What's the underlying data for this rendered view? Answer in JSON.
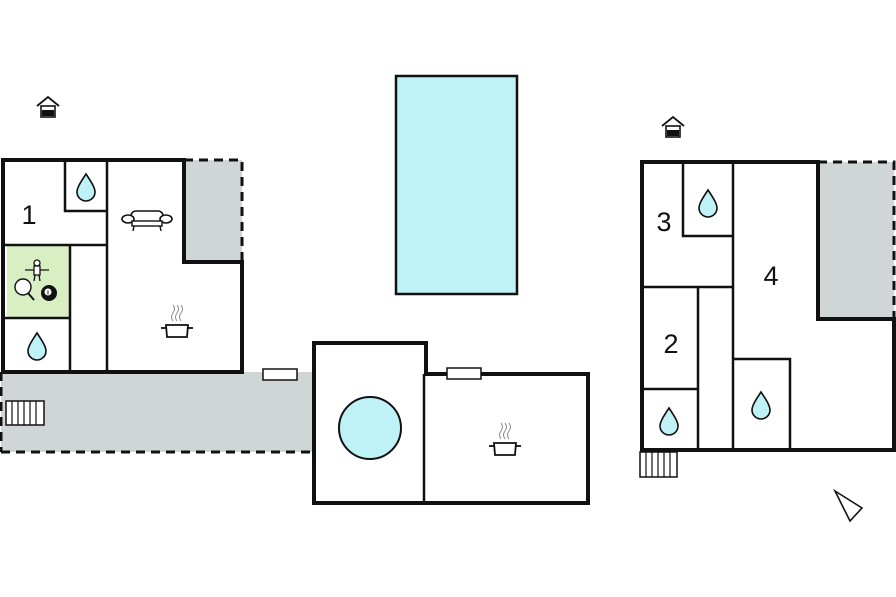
{
  "floor_plan": {
    "colors": {
      "wall": "#111111",
      "terrace": "#d0d6d6",
      "water": "#bff2f6",
      "activity_room": "#d8efc4",
      "background": "#ffffff"
    },
    "rooms": [
      {
        "id": "room-1",
        "label": "1"
      },
      {
        "id": "room-2",
        "label": "2"
      },
      {
        "id": "room-3",
        "label": "3"
      },
      {
        "id": "room-4",
        "label": "4"
      }
    ],
    "symbols": {
      "entrance": "house-entrance-icon",
      "bathroom": "water-drop-icon",
      "kitchen": "cooking-pot-icon",
      "living_room": "sofa-icon",
      "activity": "table-football-icon",
      "table_tennis": "table-tennis-icon",
      "billiards": "billiard-ball-icon",
      "pool": "swimming-pool",
      "hot_tub": "whirlpool",
      "stairs": "stairs-icon",
      "north": "north-arrow-icon"
    },
    "billiard_ball_number": "8"
  }
}
